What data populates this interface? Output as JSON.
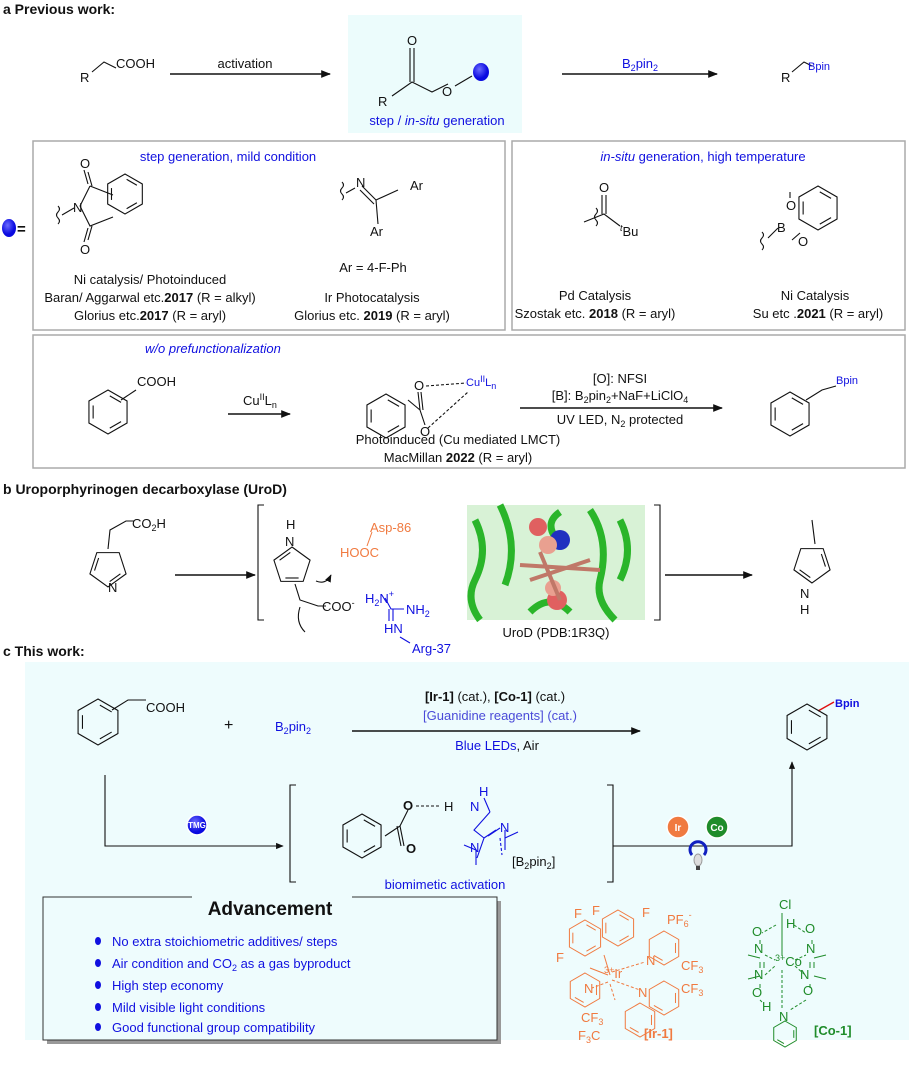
{
  "colors": {
    "blue": "#1010e0",
    "orange": "#f07a40",
    "green": "#1f8c2a",
    "panel_bg": "#eefcfd",
    "red_bond": "#e01010"
  },
  "section_a": {
    "title": "a Previous work:",
    "top_row": {
      "reactant_r": "R",
      "reactant_group": "COOH",
      "arrow1_label": "activation",
      "intermediate_o1": "O",
      "intermediate_r": "R",
      "intermediate_o2": "O",
      "caption_pre": "step / ",
      "caption_italic": "in-situ",
      "caption_post": " generation",
      "arrow2_b": "B",
      "arrow2_sub1": "2",
      "arrow2_pin": "pin",
      "arrow2_sub2": "2",
      "product_r": "R",
      "product_group": "Bpin"
    },
    "equals": "=",
    "left_box": {
      "heading": "step generation, mild condition",
      "phthalimide_o1": "O",
      "phthalimide_n": "N",
      "phthalimide_o2": "O",
      "imine_n": "N",
      "imine_ar1": "Ar",
      "imine_ar2": "Ar",
      "ar_definition": "Ar = 4-F-Ph",
      "col1": {
        "line1": "Ni catalysis/ Photoinduced",
        "line2_pre": "Baran/ Aggarwal etc.",
        "line2_year": "2017",
        "line2_post": " (R = alkyl)",
        "line3_pre": "Glorius etc.",
        "line3_year": "2017",
        "line3_post": " (R = aryl)"
      },
      "col2": {
        "line1": "Ir Photocatalysis",
        "line2_pre": "Glorius etc. ",
        "line2_year": "2019",
        "line2_post": " (R = aryl)"
      }
    },
    "right_box": {
      "heading_italic": "in-situ",
      "heading_rest": " generation, high temperature",
      "pivaloyl_o": "O",
      "pivaloyl_t": "t",
      "pivaloyl_bu": "Bu",
      "catbor_o1": "O",
      "catbor_b": "B",
      "catbor_o2": "O",
      "col1": {
        "line1": "Pd Catalysis",
        "line2_pre": "Szostak etc. ",
        "line2_year": "2018",
        "line2_post": "  (R = aryl)"
      },
      "col2": {
        "line1": "Ni Catalysis",
        "line2_pre": "Su etc .",
        "line2_year": "2021",
        "line2_post": " (R = aryl)"
      }
    },
    "bottom_box": {
      "heading": "w/o prefunctionalization",
      "reactant_group": "COOH",
      "arrow1_cu": "Cu",
      "arrow1_sup": "II",
      "arrow1_l": "L",
      "arrow1_sub": "n",
      "complex_o1": "O",
      "complex_o2": "O",
      "complex_cu": "Cu",
      "complex_sup": "II",
      "complex_l": "L",
      "complex_sub": "n",
      "cond1": "[O]: NFSI",
      "cond2_a": "[B]: B",
      "cond2_s1": "2",
      "cond2_b": "pin",
      "cond2_s2": "2",
      "cond2_c": "+NaF+LiClO",
      "cond2_s3": "4",
      "cond3_a": "UV LED, N",
      "cond3_s": "2",
      "cond3_b": " protected",
      "product_group": "Bpin",
      "caption1": "Photoinduced (Cu mediated LMCT)",
      "caption2_pre": "MacMillan ",
      "caption2_year": "2022",
      "caption2_post": " (R = aryl)"
    }
  },
  "section_b": {
    "title": "b Uroporphyrinogen decarboxylase (UroD)",
    "reactant_group_a": "CO",
    "reactant_group_sub": "2",
    "reactant_group_b": "H",
    "reactant_n": "N",
    "int_h": "H",
    "int_n": "N",
    "int_coo": "COO",
    "int_coo_sup": "-",
    "asp_label": "Asp-86",
    "asp_group": "HOOC",
    "arg_h2n": "H",
    "arg_h2n_sub": "2",
    "arg_h2n_n": "N",
    "arg_plus": "+",
    "arg_nh2": "NH",
    "arg_nh2_sub": "2",
    "arg_hn": "HN",
    "arg_label": "Arg-37",
    "protein_caption": "UroD (PDB:1R3Q)",
    "product_n": "N",
    "product_h": "H"
  },
  "section_c": {
    "title": "c This work:",
    "reactant_group": "COOH",
    "plus": "+",
    "b2pin2_b": "B",
    "b2pin2_s1": "2",
    "b2pin2_pin": "pin",
    "b2pin2_s2": "2",
    "cond1_ir": "[Ir-1]",
    "cond1_mid": " (cat.), ",
    "cond1_co": "[Co-1]",
    "cond1_end": " (cat.)",
    "cond2": "[Guanidine reagents] (cat.)",
    "cond3_blue": "Blue LEDs",
    "cond3_rest": ", Air",
    "product_group": "Bpin",
    "tmg_badge": "TMG",
    "int_o1": "O",
    "int_h": "H",
    "int_n": "N",
    "int_nh": "H",
    "int_n2": "N",
    "int_n3": "N",
    "int_o2": "O",
    "int_b2pin2_a": "[B",
    "int_b2pin2_s1": "2",
    "int_b2pin2_b": "pin",
    "int_b2pin2_s2": "2",
    "int_b2pin2_c": "]",
    "int_caption": "biomimetic activation",
    "ir_badge": "Ir",
    "co_badge": "Co",
    "advancement": {
      "title": "Advancement",
      "items": [
        "No extra stoichiometric additives/ steps",
        "Air condition and CO2 as a gas byproduct",
        "High step economy",
        "Mild visible light conditions",
        "Good functional group compatibility"
      ],
      "item2_a": "Air condition and CO",
      "item2_sub": "2",
      "item2_b": " as a gas byproduct"
    },
    "ir_complex": {
      "f1": "F",
      "f2": "F",
      "f3": "F",
      "f4": "F",
      "pf6": "PF",
      "pf6_sub": "6",
      "pf6_sup": "-",
      "ir_sup": "3+",
      "ir": "Ir",
      "n1": "N",
      "n2": "N",
      "n3": "N",
      "cf3_1": "CF",
      "cf3_1_sub": "3",
      "cf3_2": "CF",
      "cf3_2_sub": "3",
      "cf3_3": "CF",
      "cf3_3_sub": "3",
      "f3c": "F",
      "f3c_sub": "3",
      "f3c_c": "C",
      "label": "[Ir-1]"
    },
    "co_complex": {
      "cl": "Cl",
      "h_top": "H",
      "o1": "O",
      "o2": "O",
      "n1": "N",
      "n2": "N",
      "n3": "N",
      "n4": "N",
      "co_sup": "3+",
      "co": "Co",
      "o3": "O",
      "o4": "O",
      "h_bot": "H",
      "n_py": "N",
      "label": "[Co-1]"
    }
  }
}
